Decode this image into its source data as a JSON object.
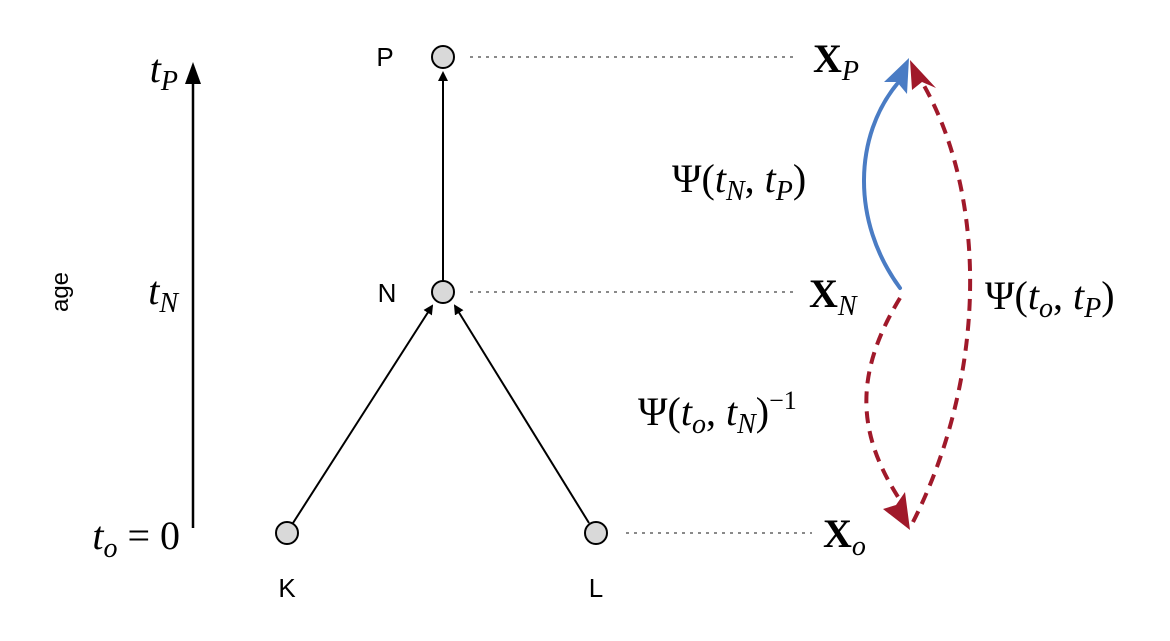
{
  "axis": {
    "label": "age",
    "ticks": {
      "top": {
        "base": "t",
        "sub": "P"
      },
      "middle": {
        "base": "t",
        "sub": "N"
      },
      "bottom": {
        "base": "t",
        "sub": "o",
        "suffix": " = 0"
      }
    }
  },
  "tree": {
    "nodes": {
      "P": "P",
      "N": "N",
      "K": "K",
      "L": "L"
    }
  },
  "states": {
    "P": {
      "base": "X",
      "sub": "P"
    },
    "N": {
      "base": "X",
      "sub": "N"
    },
    "o": {
      "base": "X",
      "sub": "o"
    }
  },
  "transitions": {
    "n_to_p": {
      "fn": "Ψ(",
      "a": "t",
      "a_sub": "N",
      "sep": ", ",
      "b": "t",
      "b_sub": "P",
      "close": ")",
      "sup": ""
    },
    "o_to_p": {
      "fn": "Ψ(",
      "a": "t",
      "a_sub": "o",
      "sep": ", ",
      "b": "t",
      "b_sub": "P",
      "close": ")",
      "sup": ""
    },
    "n_to_o": {
      "fn": "Ψ(",
      "a": "t",
      "a_sub": "o",
      "sep": ", ",
      "b": "t",
      "b_sub": "N",
      "close": ")",
      "sup": "−1"
    }
  },
  "colors": {
    "black": "#000000",
    "blue": "#4a7cc4",
    "dark_red": "#a0192a",
    "node_fill": "#d9d9d9",
    "dotted": "#8a8a8a"
  }
}
